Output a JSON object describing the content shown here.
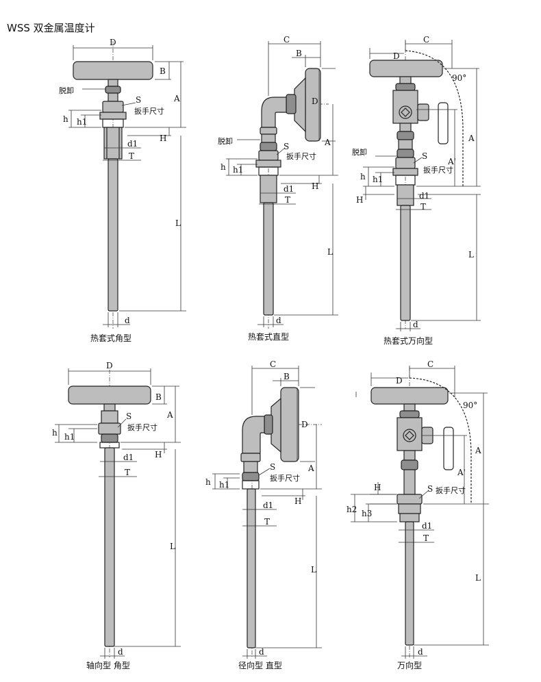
{
  "title": "WSS 双金属温度计",
  "labels": {
    "D": "D",
    "B": "B",
    "C": "C",
    "A": "A",
    "A_prime": "A'",
    "H": "H",
    "h": "h",
    "h1": "h1",
    "h2": "h2",
    "h3": "h3",
    "S": "S",
    "d1": "d1",
    "T": "T",
    "L": "L",
    "d": "d",
    "angle": "90°",
    "remove": "脱卸",
    "wrench": "扳手尺寸"
  },
  "captions": {
    "p1": "热套式角型",
    "p2": "热套式直型",
    "p3": "热套式万向型",
    "p4": "轴向型 角型",
    "p5": "径向型 直型",
    "p6": "万向型"
  }
}
